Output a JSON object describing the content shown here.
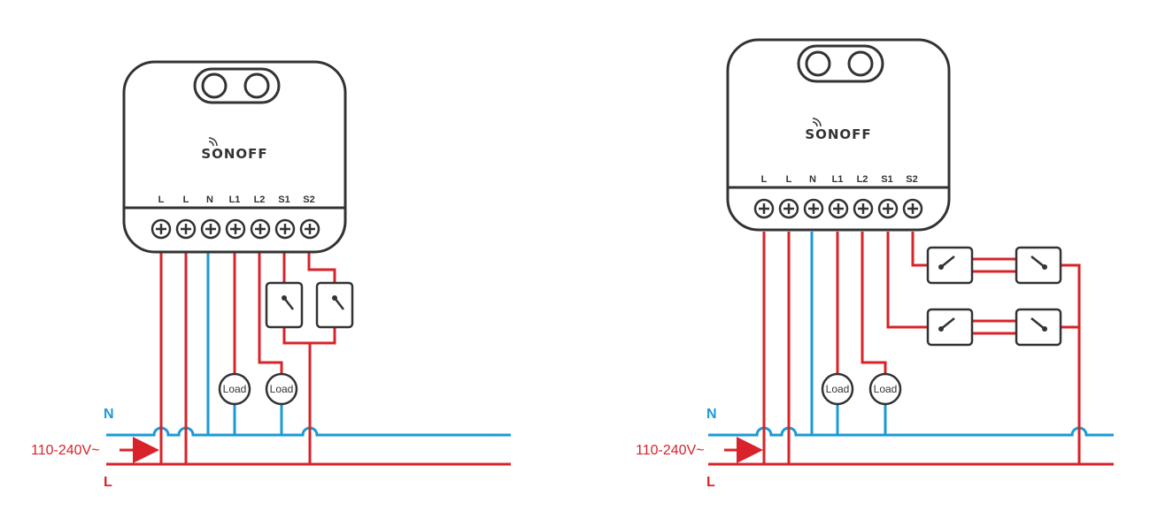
{
  "brand": "SONOFF",
  "terminal_labels": [
    "L",
    "L",
    "N",
    "L1",
    "L2",
    "S1",
    "S2"
  ],
  "load_label": "Load",
  "neutral_label": "N",
  "line_label": "L",
  "voltage_label": "110-240V~",
  "colors": {
    "line": "#d8232a",
    "neutral": "#1a9ad6",
    "outline": "#333333"
  }
}
